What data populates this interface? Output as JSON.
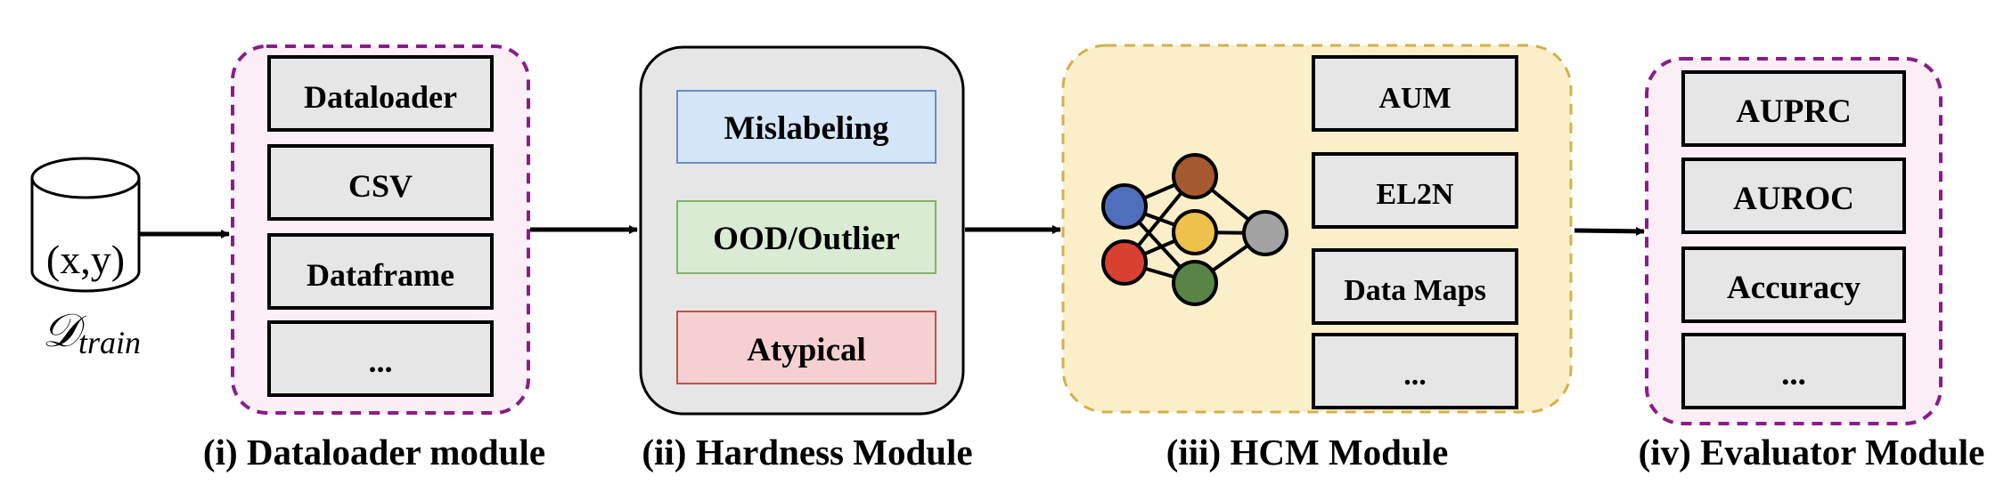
{
  "source": {
    "label": "(x,y)",
    "subscript_main": "𝒟",
    "subscript_sub": "train"
  },
  "modules": [
    {
      "title": "(i) Dataloader module",
      "items": [
        "Dataloader",
        "CSV",
        "Dataframe",
        "..."
      ]
    },
    {
      "title": "(ii) Hardness Module",
      "items": [
        "Mislabeling",
        "OOD/Outlier",
        "Atypical"
      ]
    },
    {
      "title": "(iii) HCM Module",
      "items": [
        "AUM",
        "EL2N",
        "Data Maps",
        "..."
      ]
    },
    {
      "title": "(iv) Evaluator Module",
      "items": [
        "AUPRC",
        "AUROC",
        "Accuracy",
        "..."
      ]
    }
  ],
  "colors": {
    "dataloader_fill": "#fbeef6",
    "dataloader_border": "#8a1c8a",
    "hardness_fill": "#e6e6e6",
    "hcm_fill": "#fbefca",
    "hcm_border": "#d4b04a",
    "evaluator_fill": "#fbeef6",
    "evaluator_border": "#8a1c8a",
    "item_fill": "#e6e6e6",
    "mislabeling_fill": "#d4e5f8",
    "mislabeling_border": "#6c8ebf",
    "ood_fill": "#d9ebd3",
    "ood_border": "#82b366",
    "atypical_fill": "#f6d0d0",
    "atypical_border": "#b85450",
    "node_blue": "#4f6fbd",
    "node_red": "#d9402f",
    "node_brown": "#a65a32",
    "node_yellow": "#eec04c",
    "node_green": "#5a8446",
    "node_gray": "#a3a3a3"
  },
  "icons": [
    "database-cylinder-icon",
    "neural-network-icon"
  ]
}
